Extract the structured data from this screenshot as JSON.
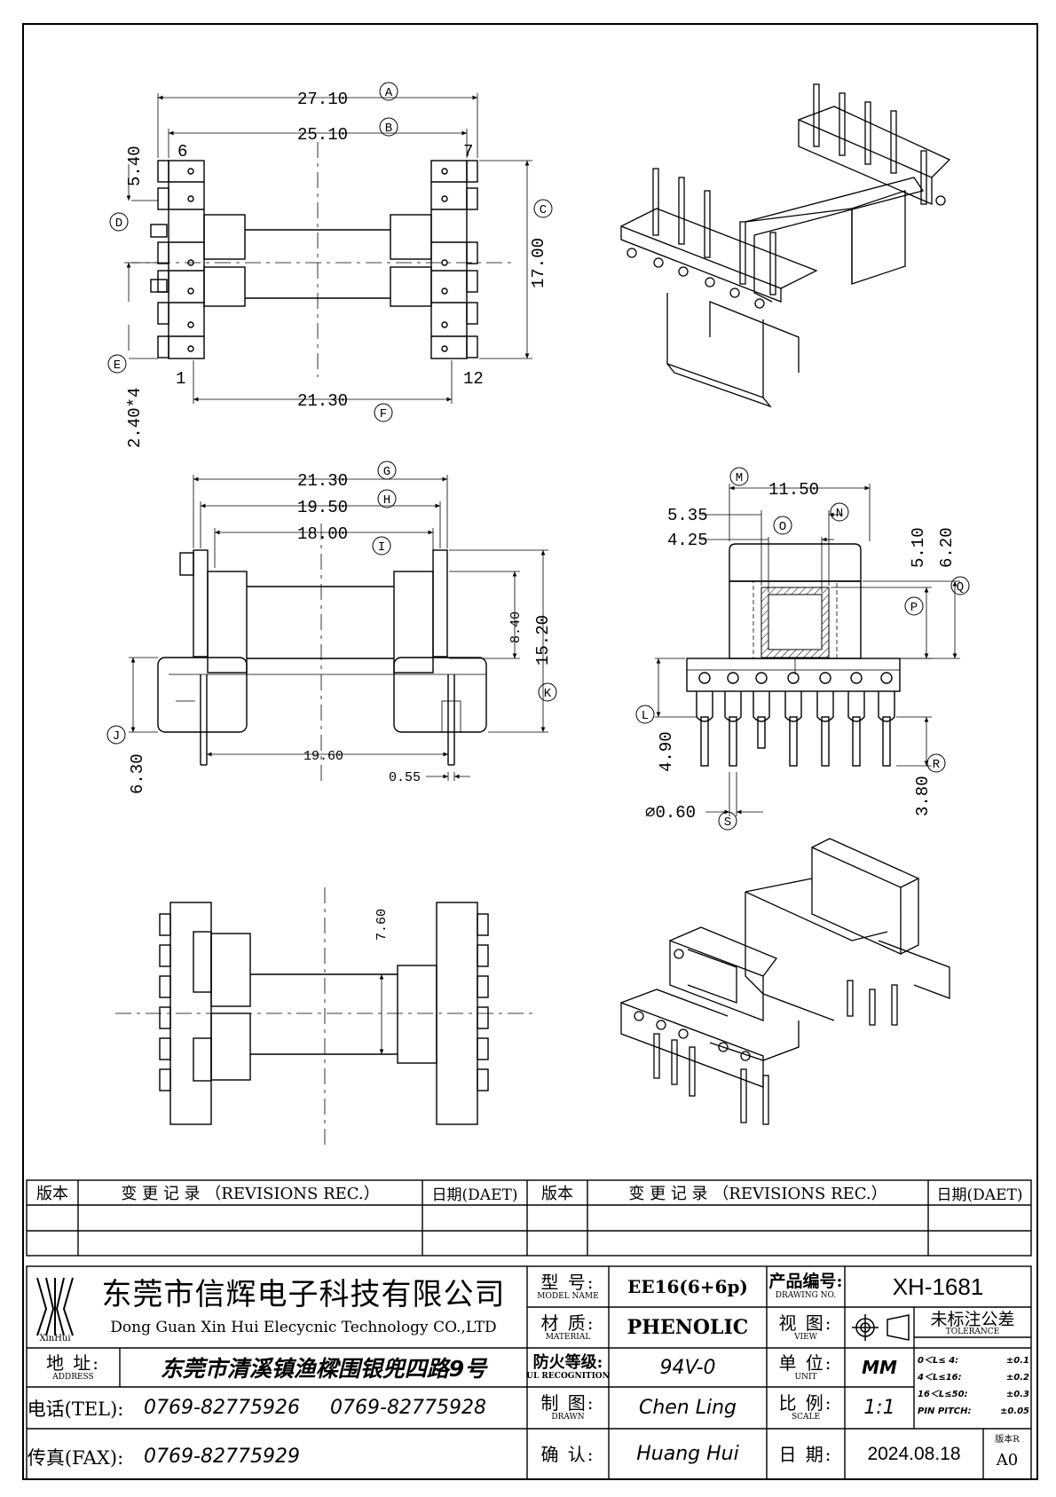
{
  "drawing": {
    "top_view": {
      "dim_A": "27.10",
      "dim_B": "25.10",
      "dim_C": "17.00",
      "dim_D": "5.40",
      "dim_E": "2.40*4",
      "dim_F": "21.30",
      "pin_1": "1",
      "pin_6": "6",
      "pin_7": "7",
      "pin_12": "12",
      "tag_A": "A",
      "tag_B": "B",
      "tag_C": "C",
      "tag_D": "D",
      "tag_E": "E",
      "tag_F": "F"
    },
    "side_view": {
      "dim_G": "21.30",
      "dim_H": "19.50",
      "dim_I": "18.00",
      "dim_8_40": "8.40",
      "dim_K": "15.20",
      "dim_J": "6.30",
      "dim_19_60": "19.60",
      "dim_0_55": "0.55",
      "tag_G": "G",
      "tag_H": "H",
      "tag_I": "I",
      "tag_J": "J",
      "tag_K": "K"
    },
    "end_view": {
      "dim_M": "11.50",
      "dim_N": "5.35",
      "dim_O": "4.25",
      "dim_P": "5.10",
      "dim_Q": "6.20",
      "dim_L": "4.90",
      "dim_R": "3.80",
      "dim_S": "⌀0.60",
      "tag_M": "M",
      "tag_N": "N",
      "tag_O": "O",
      "tag_P": "P",
      "tag_Q": "Q",
      "tag_L": "L",
      "tag_R": "R",
      "tag_S": "S"
    },
    "bottom_view": {
      "dim_7_60": "7.60"
    }
  },
  "revisions": {
    "col_version": "版本",
    "col_change": "变 更 记 录  （REVISIONS REC.）",
    "col_date": "日期(DAET)"
  },
  "title_block": {
    "company_cn": "东莞市信辉电子科技有限公司",
    "company_en": "Dong Guan Xin Hui Elecycnic Technology CO.,LTD",
    "logo_text": "XinHui",
    "address_label_cn": "地 址:",
    "address_label_en": "ADDRESS",
    "address": "东莞市清溪镇渔樑围银兜四路9号",
    "tel_label": "电话(TEL):",
    "tel_1": "0769-82775926",
    "tel_2": "0769-82775928",
    "fax_label": "传真(FAX):",
    "fax": "0769-82775929",
    "model_label_cn": "型 号:",
    "model_label_en": "MODEL NAME",
    "model": "EE16(6+6p)",
    "material_label_cn": "材 质:",
    "material_label_en": "MATERIAL",
    "material": "PHENOLIC",
    "fire_label_cn": "防火等级:",
    "fire_label_en": "UL RECOGNITION",
    "fire": "94V-0",
    "drawn_label_cn": "制 图:",
    "drawn_label_en": "DRAWN",
    "drawn": "Chen Ling",
    "check_label_cn": "确 认:",
    "check": "Huang Hui",
    "drawing_no_label_cn": "产品编号:",
    "drawing_no_label_en": "DRAWING NO.",
    "drawing_no": "XH-1681",
    "view_label_cn": "视 图:",
    "view_label_en": "VIEW",
    "unit_label_cn": "单 位:",
    "unit_label_en": "UNIT",
    "unit": "MM",
    "scale_label_cn": "比 例:",
    "scale_label_en": "SCALE",
    "scale": "1:1",
    "date_label_cn": "日 期:",
    "date": "2024.08.18",
    "tolerance_cn": "未标注公差",
    "tolerance_en": "TOLERANCE",
    "tol_rows": [
      {
        "range": "0＜L≤ 4:",
        "val": "±0.1"
      },
      {
        "range": "4＜L≤16:",
        "val": "±0.2"
      },
      {
        "range": "16＜L≤50:",
        "val": "±0.3"
      },
      {
        "range": "PIN PITCH:",
        "val": "±0.05"
      }
    ],
    "version_label": "版本R",
    "version": "A0"
  }
}
